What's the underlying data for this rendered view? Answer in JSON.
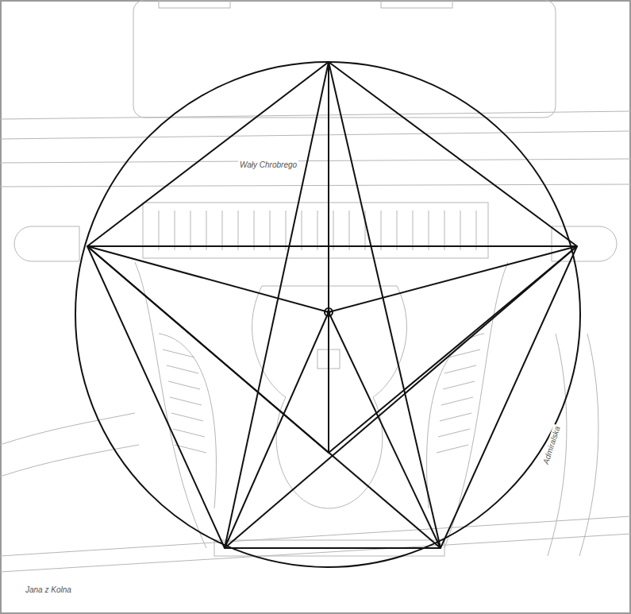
{
  "diagram": {
    "labels": [
      "Wały Chrobrego",
      "Jana z Kolna",
      "Admiralska"
    ]
  }
}
